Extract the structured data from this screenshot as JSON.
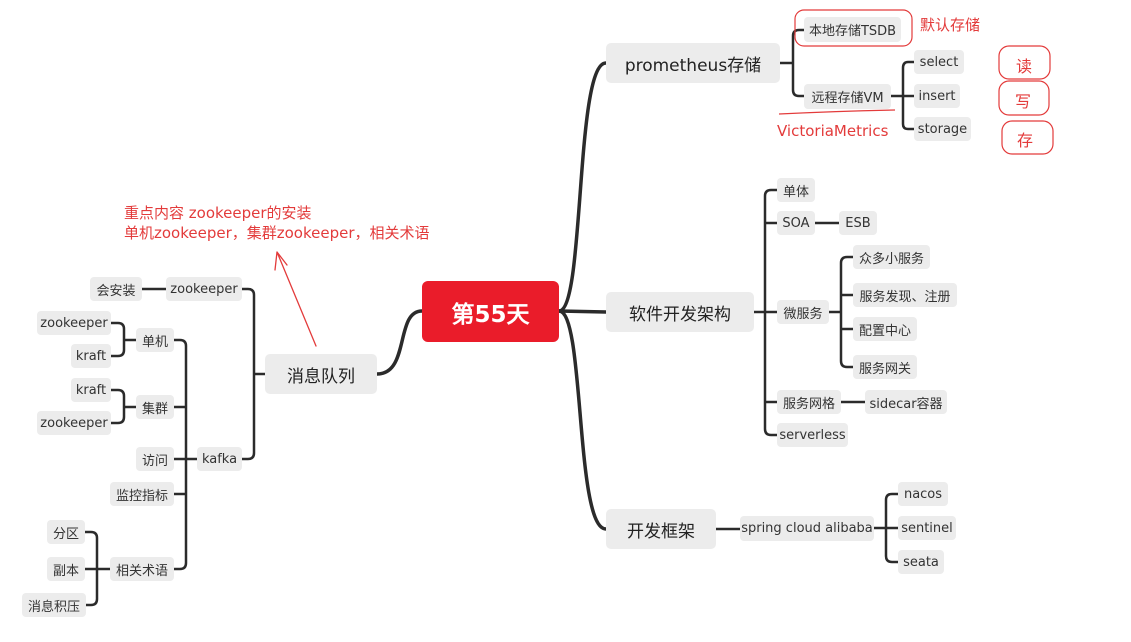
{
  "center": "第55天",
  "prometheus": {
    "label": "prometheus存储",
    "local": "本地存储TSDB",
    "remote": "远程存储VM",
    "ops": [
      "select",
      "insert",
      "storage"
    ]
  },
  "software": {
    "label": "软件开发架构",
    "single": "单体",
    "soa": "SOA",
    "esb": "ESB",
    "micro": "微服务",
    "micro_items": [
      "众多小服务",
      "服务发现、注册",
      "配置中心",
      "服务网关"
    ],
    "mesh": "服务网格",
    "sidecar": "sidecar容器",
    "serverless": "serverless"
  },
  "framework": {
    "label": "开发框架",
    "sca": "spring cloud alibaba",
    "items": [
      "nacos",
      "sentinel",
      "seata"
    ]
  },
  "mq": {
    "label": "消息队列",
    "zookeeper": "zookeeper",
    "zk_install": "会安装",
    "kafka": "kafka",
    "single": "单机",
    "single_items": [
      "zookeeper",
      "kraft"
    ],
    "cluster": "集群",
    "cluster_items": [
      "kraft",
      "zookeeper"
    ],
    "access": "访问",
    "monitor": "监控指标",
    "terms": "相关术语",
    "term_items": [
      "分区",
      "副本",
      "消息积压"
    ]
  },
  "annotations": {
    "default_storage": "默认存储",
    "victoria": "VictoriaMetrics",
    "read": "读",
    "write": "写",
    "store": "存",
    "focus_line1": "重点内容 zookeeper的安装",
    "focus_line2": "单机zookeeper，集群zookeeper，相关术语"
  },
  "colors": {
    "center": "#ea1c2a",
    "node_bg": "#ececec",
    "line": "#2b2b2b",
    "annotation": "#e33b3b"
  }
}
